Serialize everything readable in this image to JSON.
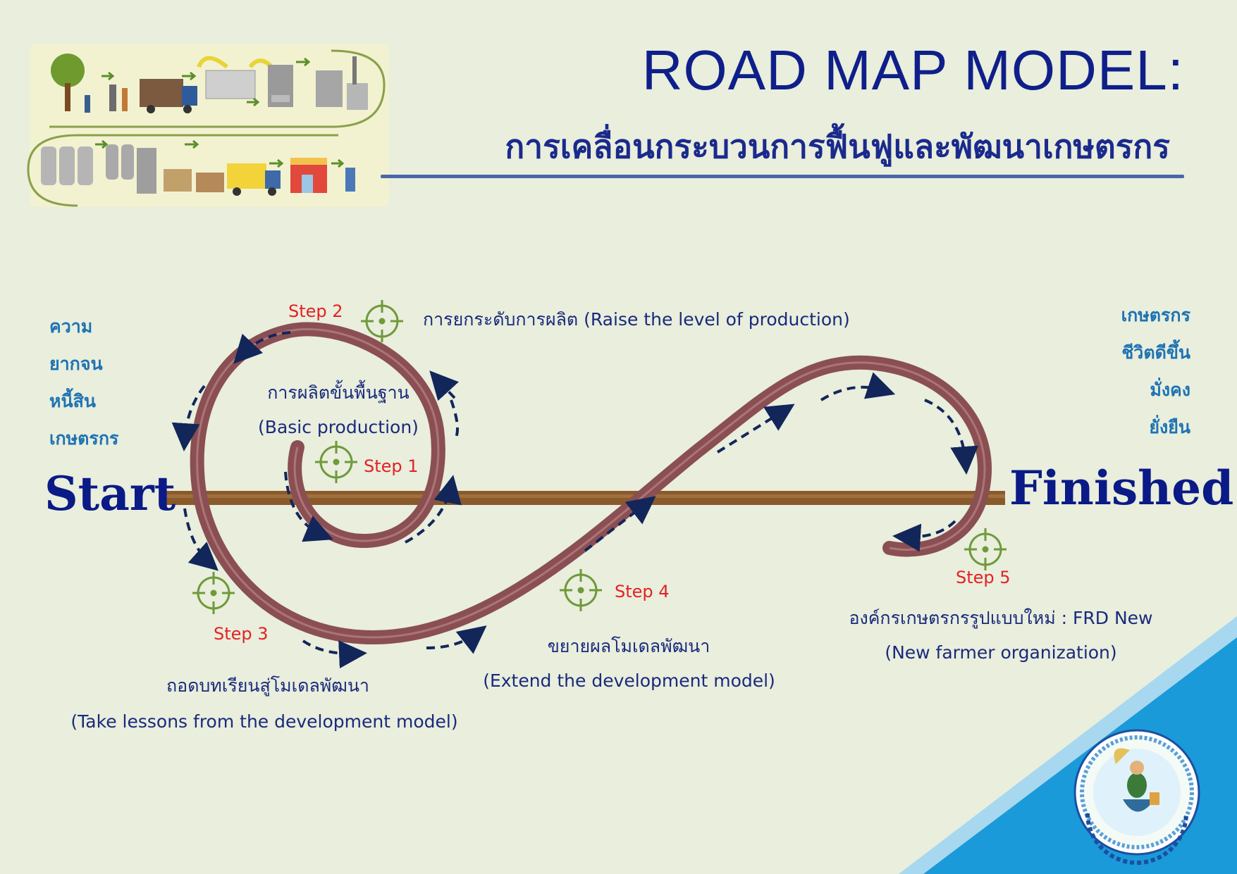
{
  "header": {
    "title": "ROAD MAP MODEL:",
    "subtitle": "การเคลื่อนกระบวนการฟื้นฟูและพัฒนาเกษตรกร"
  },
  "start": {
    "label": "Start",
    "status_lines": [
      "ความ",
      "ยากจน",
      "หนี้สิน",
      "เกษตรกร"
    ]
  },
  "finish": {
    "label": "Finished",
    "status_lines": [
      "เกษตรกร",
      "ชีวิตดีขึ้น",
      "มั่งคง",
      "ยั่งยืน"
    ]
  },
  "steps": [
    {
      "label": "Step 1",
      "thai": "การผลิตขั้นพื้นฐาน",
      "english": "(Basic production)"
    },
    {
      "label": "Step 2",
      "thai": "การยกระดับการผลิต",
      "english": "(Raise the level of production)"
    },
    {
      "label": "Step 3",
      "thai": "ถอดบทเรียนสู่โมเดลพัฒนา",
      "english": "(Take lessons from the development model)"
    },
    {
      "label": "Step 4",
      "thai": "ขยายผลโมเดลพัฒนา",
      "english": "(Extend the development model)"
    },
    {
      "label": "Step 5",
      "thai": "องค์กรเกษตรกรรูปแบบใหม่ : FRD New",
      "english": "(New farmer organization)"
    }
  ],
  "colors": {
    "title": "#0f1f8a",
    "status_text": "#1e73b3",
    "step_label": "#e32222",
    "spiral": "#8a4f52",
    "road": "#8b5a2b",
    "target_icon": "#6f9a3a",
    "arrow": "#12265a",
    "corner_blue": "#1a9ad9"
  },
  "icons": [
    "process-illustration",
    "target-icon",
    "dashed-arrow-icon",
    "organization-seal"
  ]
}
